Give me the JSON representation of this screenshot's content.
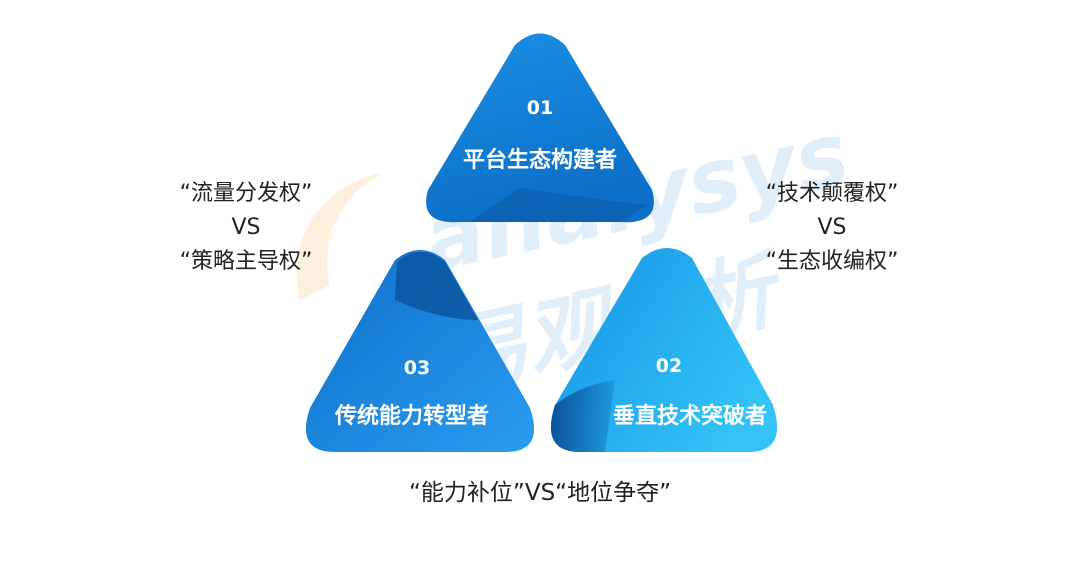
{
  "colors": {
    "blue_light": "#2fb9f3",
    "blue_mid": "#1a8fe3",
    "blue_dark": "#0a5fb0",
    "text": "#222222",
    "watermark_orange": "#f7a33b",
    "watermark_blue": "#4aa3e6"
  },
  "triangles": [
    {
      "number": "01",
      "title": "平台生态构建者"
    },
    {
      "number": "02",
      "title": "垂直技术突破者"
    },
    {
      "number": "03",
      "title": "传统能力转型者"
    }
  ],
  "left_label": {
    "line1": "“流量分发权”",
    "line2": "VS",
    "line3": "“策略主导权”"
  },
  "right_label": {
    "line1": "“技术颠覆权”",
    "line2": "VS",
    "line3": "“生态收编权”"
  },
  "bottom_label": "“能力补位”VS“地位争夺”",
  "watermark": {
    "latin": "analysys",
    "cjk": "易观分析"
  }
}
